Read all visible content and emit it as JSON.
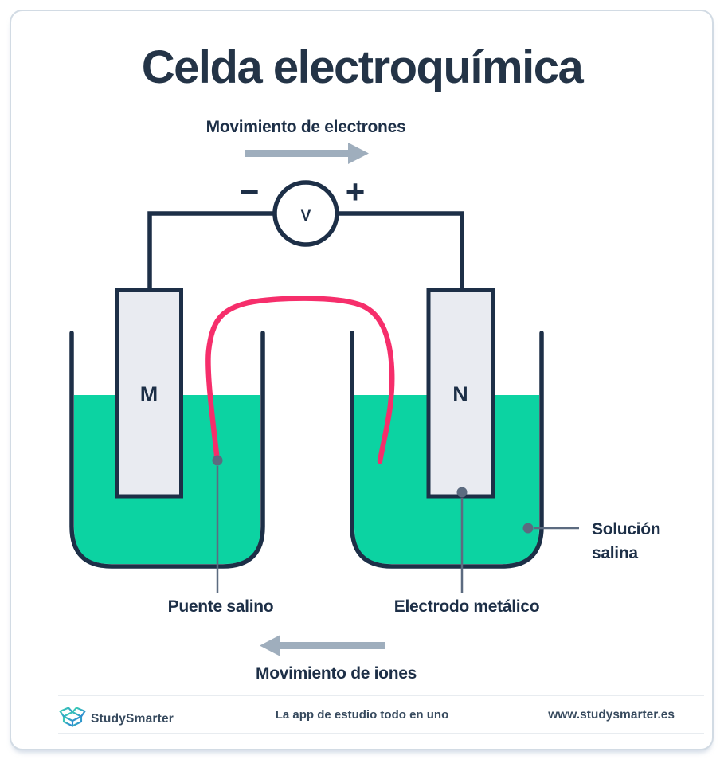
{
  "title": "Celda electroquímica",
  "diagram": {
    "electron_flow": "Movimiento de electrones",
    "ion_flow": "Movimiento de iones",
    "voltmeter": "V",
    "minus": "−",
    "plus": "+",
    "electrode_left": "M",
    "electrode_right": "N",
    "salt_bridge": "Puente salino",
    "metal_electrode": "Electrodo metálico",
    "saline_solution_line1": "Solución",
    "saline_solution_line2": "salina"
  },
  "footer": {
    "brand": "StudySmarter",
    "tagline": "La app de estudio todo en uno",
    "website": "www.studysmarter.es"
  },
  "colors": {
    "navy": "#1D2F47",
    "title": "#243447",
    "solution": "#0CD3A2",
    "bridge": "#F62E6B",
    "arrow": "#9FAEBD",
    "callout": "#5C6B80",
    "electrode_fill": "#E9EBF1",
    "card_border": "#D2DBE4",
    "divider": "#E8ECF0",
    "footer_text": "#374A5E",
    "logo_teal": "#3ED8B0",
    "logo_blue": "#2B7FD5"
  }
}
